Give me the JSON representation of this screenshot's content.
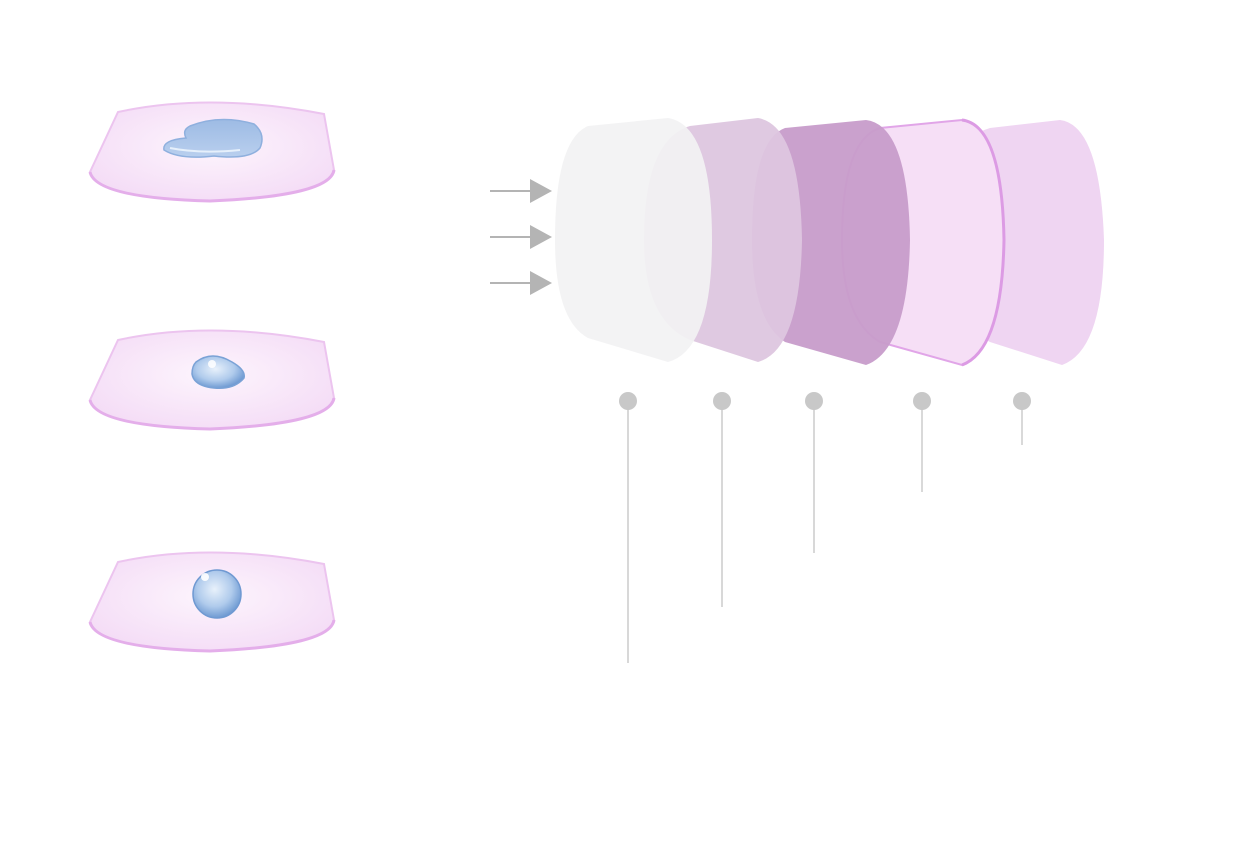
{
  "diagram": {
    "colors": {
      "background": "#ffffff",
      "dish_fill": "#f6e2f8",
      "dish_rim": "#e7b5ec",
      "water_blue": "#a9c4e6",
      "water_edge": "#7ea6d8",
      "arrow": "#b4b4b4",
      "leader_line": "#cccccc",
      "leader_dot": "#c8c8c8",
      "layer_1": "#f2f2f3",
      "layer_2": "#ddc6df",
      "layer_3": "#c79cca",
      "layer_4": "#f6dff6",
      "layer_4_rim": "#e1a5e8",
      "layer_5": "#efd5f2"
    },
    "dishes": [
      {
        "droplet_state": "spread-flat"
      },
      {
        "droplet_state": "small-bead"
      },
      {
        "droplet_state": "round-bead"
      }
    ],
    "incoming_arrows": 3,
    "layers": [
      {
        "index": 1,
        "color_key": "layer_1"
      },
      {
        "index": 2,
        "color_key": "layer_2"
      },
      {
        "index": 3,
        "color_key": "layer_3"
      },
      {
        "index": 4,
        "color_key": "layer_4"
      },
      {
        "index": 5,
        "color_key": "layer_5"
      }
    ]
  }
}
